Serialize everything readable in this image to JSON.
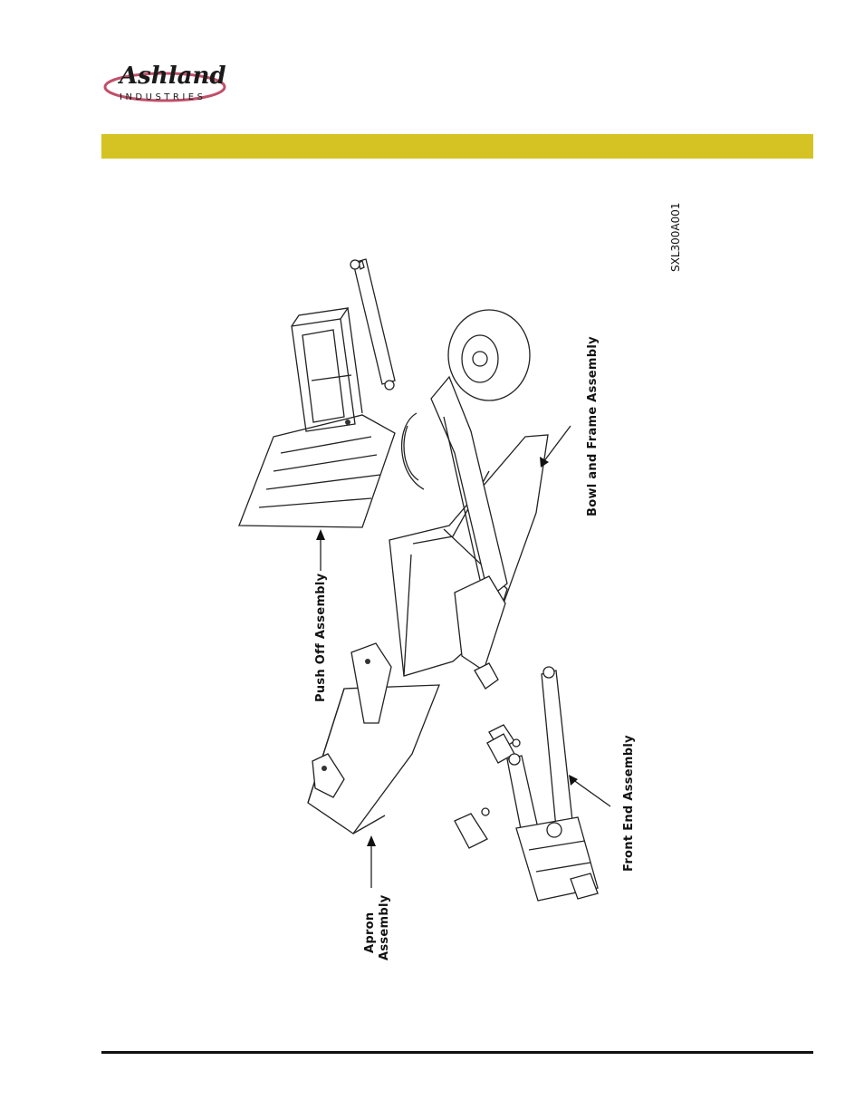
{
  "logo": {
    "brand": "Ashland",
    "sub": "INDUSTRIES",
    "colors": {
      "ring": "#c0506a",
      "text": "#1a1a1a"
    }
  },
  "header_band": {
    "color": "#d4c322"
  },
  "diagram": {
    "drawing_code": "SXL300A001",
    "labels": {
      "push_off": "Push Off Assembly",
      "apron_line1": "Apron",
      "apron_line2": "Assembly",
      "bowl_frame": "Bowl and Frame Assembly",
      "front_end": "Front End Assembly"
    }
  }
}
